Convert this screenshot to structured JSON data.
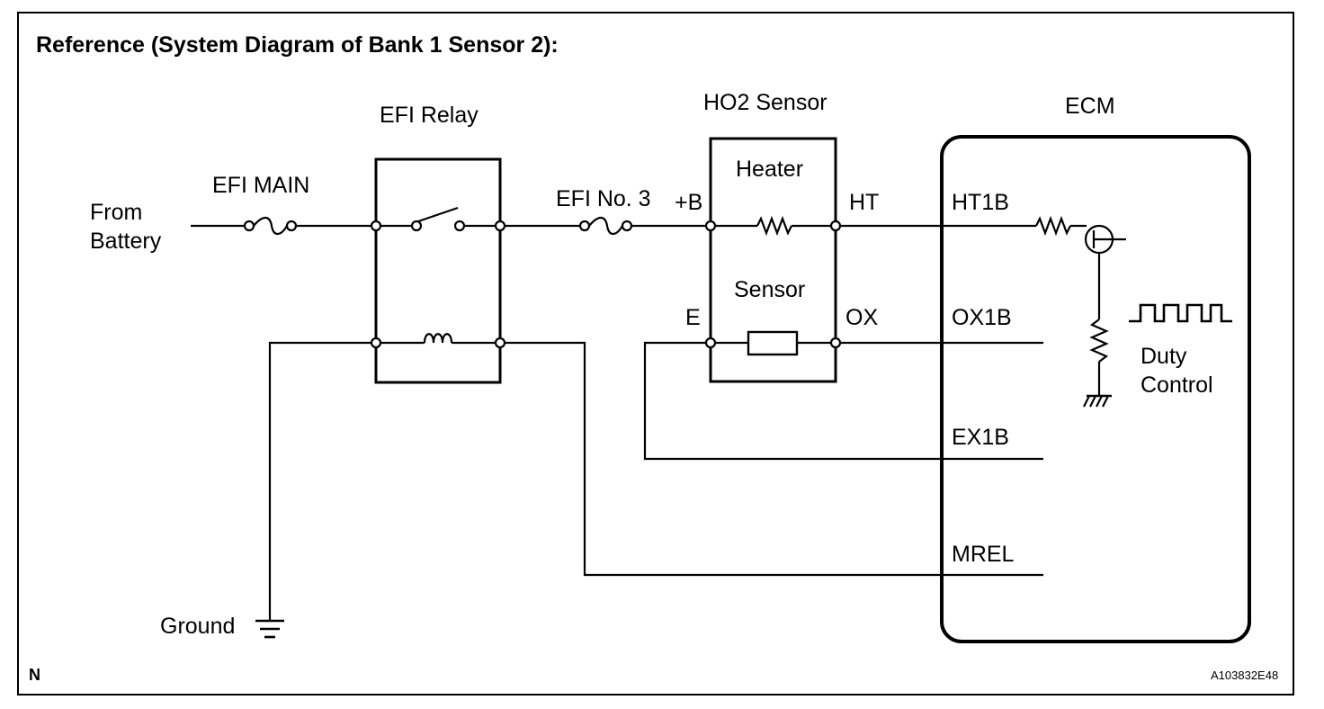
{
  "title": "Reference (System Diagram of Bank 1 Sensor 2):",
  "source": {
    "line1": "From",
    "line2": "Battery"
  },
  "fuse_main": "EFI MAIN",
  "relay": "EFI Relay",
  "fuse_no3": "EFI No. 3",
  "ho2": {
    "title": "HO2 Sensor",
    "heater": "Heater",
    "sensor": "Sensor",
    "pin_b": "+B",
    "pin_ht": "HT",
    "pin_e": "E",
    "pin_ox": "OX"
  },
  "ecm": {
    "title": "ECM",
    "pins": [
      "HT1B",
      "OX1B",
      "EX1B",
      "MREL"
    ],
    "duty_line1": "Duty",
    "duty_line2": "Control"
  },
  "ground": "Ground",
  "footer_left": "N",
  "footer_right": "A103832E48"
}
